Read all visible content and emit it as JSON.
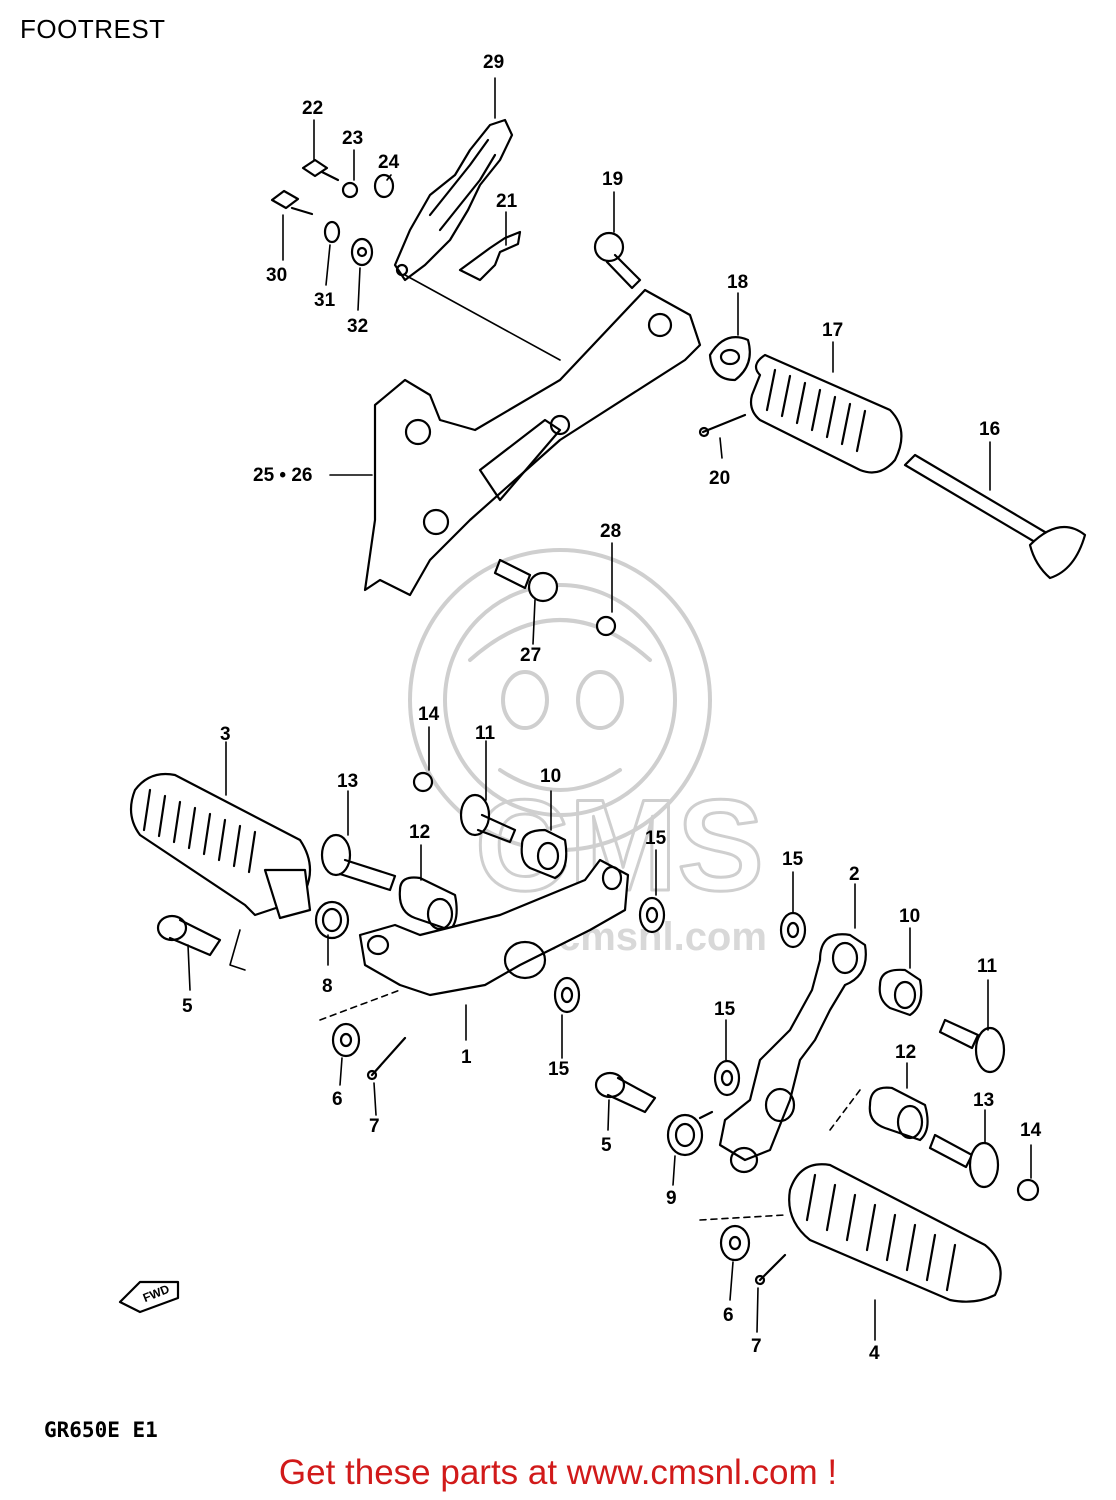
{
  "page": {
    "title": "FOOTREST",
    "model_code": "GR650E E1",
    "footer_cta": "Get these parts at www.cmsnl.com !"
  },
  "watermark": {
    "text": "CMS",
    "url_text": "www.cmsnl.com",
    "color": "#c8c8c8"
  },
  "direction_marker": {
    "text": "FWD",
    "icon": "fwd-arrow-icon"
  },
  "colors": {
    "line": "#000000",
    "cta": "#d11a1a",
    "watermark": "#c8c8c8"
  },
  "callouts": [
    {
      "id": "29",
      "label": "29"
    },
    {
      "id": "22",
      "label": "22"
    },
    {
      "id": "23",
      "label": "23"
    },
    {
      "id": "24",
      "label": "24"
    },
    {
      "id": "19",
      "label": "19"
    },
    {
      "id": "21",
      "label": "21"
    },
    {
      "id": "30",
      "label": "30"
    },
    {
      "id": "31",
      "label": "31"
    },
    {
      "id": "32",
      "label": "32"
    },
    {
      "id": "18",
      "label": "18"
    },
    {
      "id": "17",
      "label": "17"
    },
    {
      "id": "16",
      "label": "16"
    },
    {
      "id": "20",
      "label": "20"
    },
    {
      "id": "25-26",
      "label": "25 • 26"
    },
    {
      "id": "28",
      "label": "28"
    },
    {
      "id": "27",
      "label": "27"
    },
    {
      "id": "14a",
      "label": "14"
    },
    {
      "id": "11a",
      "label": "11"
    },
    {
      "id": "3",
      "label": "3"
    },
    {
      "id": "10a",
      "label": "10"
    },
    {
      "id": "13a",
      "label": "13"
    },
    {
      "id": "12a",
      "label": "12"
    },
    {
      "id": "15a",
      "label": "15"
    },
    {
      "id": "15b",
      "label": "15"
    },
    {
      "id": "2",
      "label": "2"
    },
    {
      "id": "10b",
      "label": "10"
    },
    {
      "id": "11b",
      "label": "11"
    },
    {
      "id": "8",
      "label": "8"
    },
    {
      "id": "5a",
      "label": "5"
    },
    {
      "id": "1",
      "label": "1"
    },
    {
      "id": "15c",
      "label": "15"
    },
    {
      "id": "15d",
      "label": "15"
    },
    {
      "id": "6a",
      "label": "6"
    },
    {
      "id": "7a",
      "label": "7"
    },
    {
      "id": "12b",
      "label": "12"
    },
    {
      "id": "13b",
      "label": "13"
    },
    {
      "id": "14b",
      "label": "14"
    },
    {
      "id": "5b",
      "label": "5"
    },
    {
      "id": "9",
      "label": "9"
    },
    {
      "id": "6b",
      "label": "6"
    },
    {
      "id": "7b",
      "label": "7"
    },
    {
      "id": "4",
      "label": "4"
    }
  ]
}
